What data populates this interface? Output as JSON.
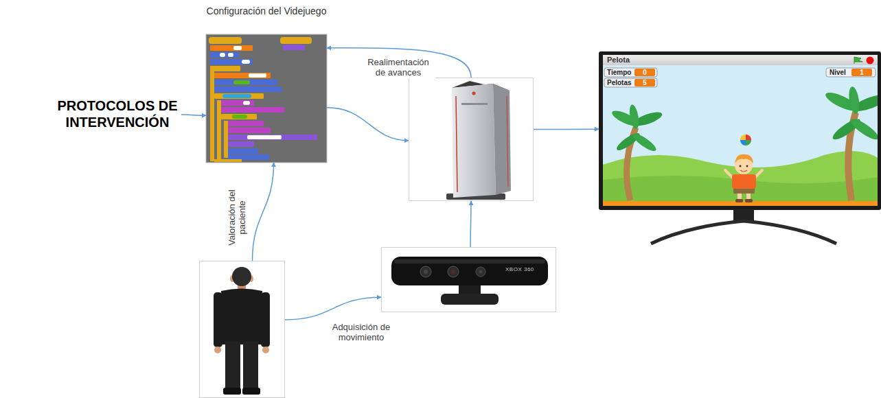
{
  "diagram": {
    "nodes": [
      {
        "text": [
          "PROTOCOLOS DE INTERVENCIÓN"
        ]
      },
      {
        "text": [
          "Configuración del Videjuego"
        ]
      },
      {
        "text": []
      },
      {
        "text": [
          "Pelota",
          "Tiempo",
          "0",
          "Nivel",
          "1",
          "Pelotas",
          "5"
        ]
      },
      {
        "text": []
      },
      {
        "text": [
          "XBOX 360"
        ]
      }
    ],
    "edges": [
      {
        "from": 0,
        "to": 1,
        "arrow": "to"
      },
      {
        "from": 1,
        "to": 2,
        "arrow": "to"
      },
      {
        "from": 2,
        "to": 1,
        "label": "Realimentación de avances",
        "arrow": "to"
      },
      {
        "from": 2,
        "to": 3,
        "arrow": "to"
      },
      {
        "from": 4,
        "to": 1,
        "label": "Valoración del paciente",
        "arrow": "to"
      },
      {
        "from": 4,
        "to": 5,
        "label": "Adquisición de movimiento",
        "arrow": "to"
      },
      {
        "from": 5,
        "to": 2,
        "arrow": "to"
      }
    ]
  }
}
